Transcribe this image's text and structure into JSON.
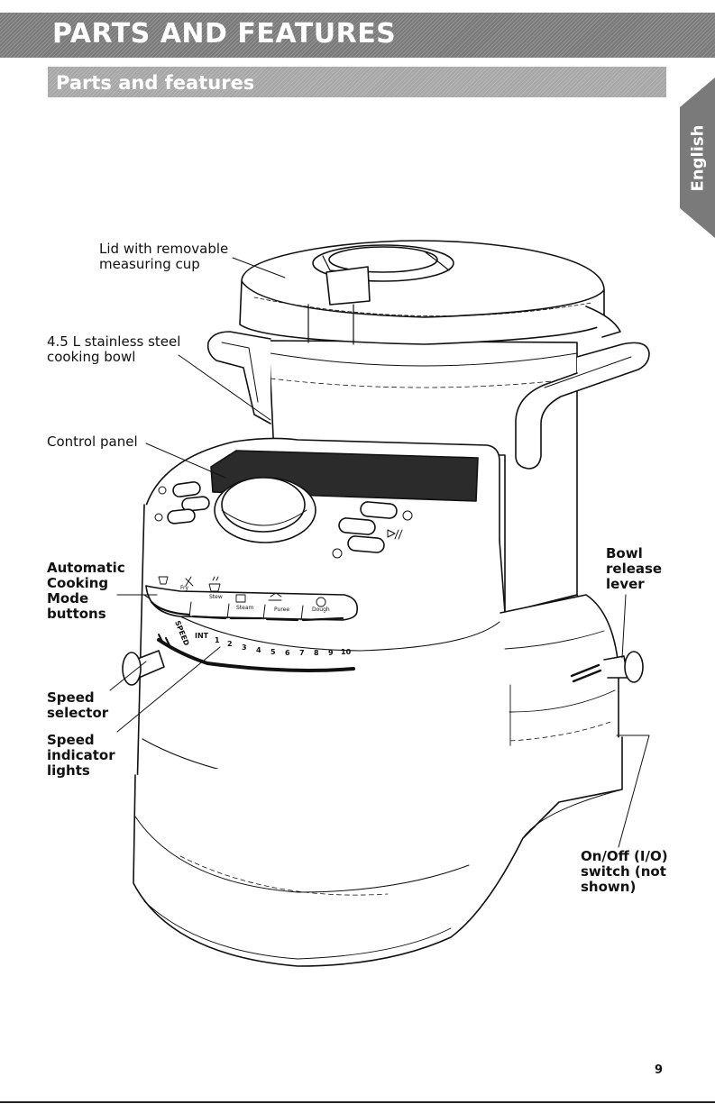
{
  "header": {
    "title": "PARTS AND FEATURES",
    "subtitle": "Parts and features"
  },
  "language_tab": {
    "label": "English",
    "color": "#7a7a7a"
  },
  "callouts": {
    "lid": "Lid with removable\nmeasuring cup",
    "bowl": "4.5 L stainless steel\ncooking bowl",
    "control_panel": "Control panel",
    "cooking_modes": "Automatic\nCooking\nMode\nbuttons",
    "speed_selector": "Speed\nselector",
    "speed_lights": "Speed\nindicator\nlights",
    "bowl_release": "Bowl\nrelease\nlever",
    "switch": "On/Off (I/O)\nswitch (not\nshown)"
  },
  "control_panel": {
    "mode_labels": [
      "Fry",
      "Stew",
      "Steam",
      "Puree",
      "Dough"
    ],
    "speed_word": "SPEED",
    "speed_marks": [
      "INT",
      "1",
      "2",
      "3",
      "4",
      "5",
      "6",
      "7",
      "8",
      "9",
      "10"
    ]
  },
  "footer": {
    "page_number": "9"
  }
}
